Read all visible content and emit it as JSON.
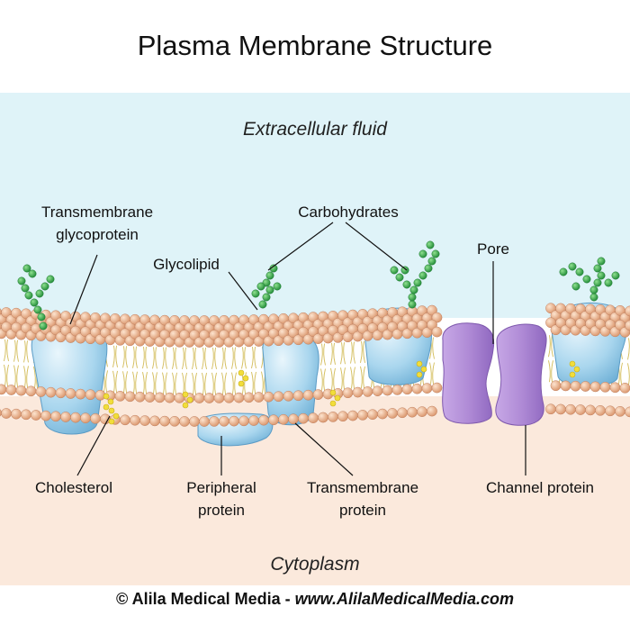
{
  "title": "Plasma Membrane Structure",
  "regions": {
    "extracellular": "Extracellular fluid",
    "cytoplasm": "Cytoplasm"
  },
  "labels": {
    "transmembrane_glycoprotein_line1": "Transmembrane",
    "transmembrane_glycoprotein_line2": "glycoprotein",
    "carbohydrates": "Carbohydrates",
    "glycolipid": "Glycolipid",
    "pore": "Pore",
    "cholesterol": "Cholesterol",
    "peripheral_protein_line1": "Peripheral",
    "peripheral_protein_line2": "protein",
    "transmembrane_protein_line1": "Transmembrane",
    "transmembrane_protein_line2": "protein",
    "channel_protein": "Channel protein"
  },
  "footer": {
    "copyright": "© Alila Medical Media",
    "separator": " - ",
    "website": "www.AlilaMedicalMedia.com"
  },
  "colors": {
    "extracellular_fluid": "#dff3f8",
    "cytoplasm": "#fbe9dc",
    "phospholipid_head": "#e9b48e",
    "lipid_tail": "#d8c25a",
    "protein_blue": "#9fd0ea",
    "channel_protein": "#b48fd6",
    "cholesterol": "#f2dd3a",
    "carbohydrate": "#3aa64a"
  }
}
